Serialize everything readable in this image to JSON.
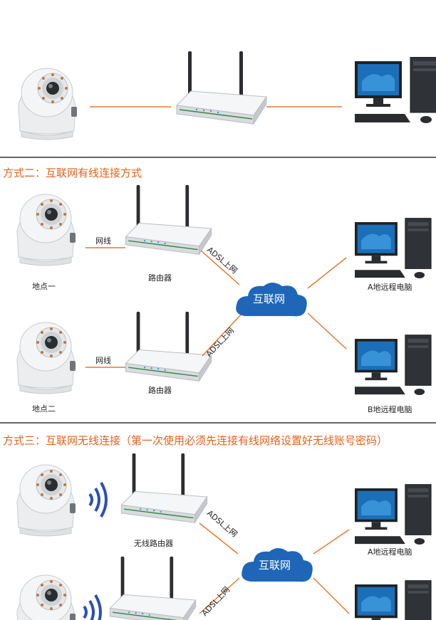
{
  "sections": [
    {
      "title": ""
    },
    {
      "title": "方式二：互联网有线连接方式"
    },
    {
      "title": "方式三：互联网无线连接（第一次使用必须先连接有线网络设置好无线账号密码）"
    }
  ],
  "labels": {
    "cable": "网线",
    "router": "路由器",
    "wireless_router": "无线路由器",
    "site_one": "地点一",
    "site_two": "地点二",
    "adsl": "ADSL上网",
    "internet": "互联网",
    "remote_a": "A地远程电脑",
    "remote_b": "B地远程电脑"
  },
  "colors": {
    "title": "#e2621b",
    "link_line": "#e8772e",
    "cloud": "#1f66b8",
    "wireless_wave": "#2b4fb5",
    "divider": "#333333"
  },
  "icons": [
    "camera-icon",
    "router-icon",
    "computer-icon",
    "cloud-icon",
    "wireless-signal-icon"
  ]
}
